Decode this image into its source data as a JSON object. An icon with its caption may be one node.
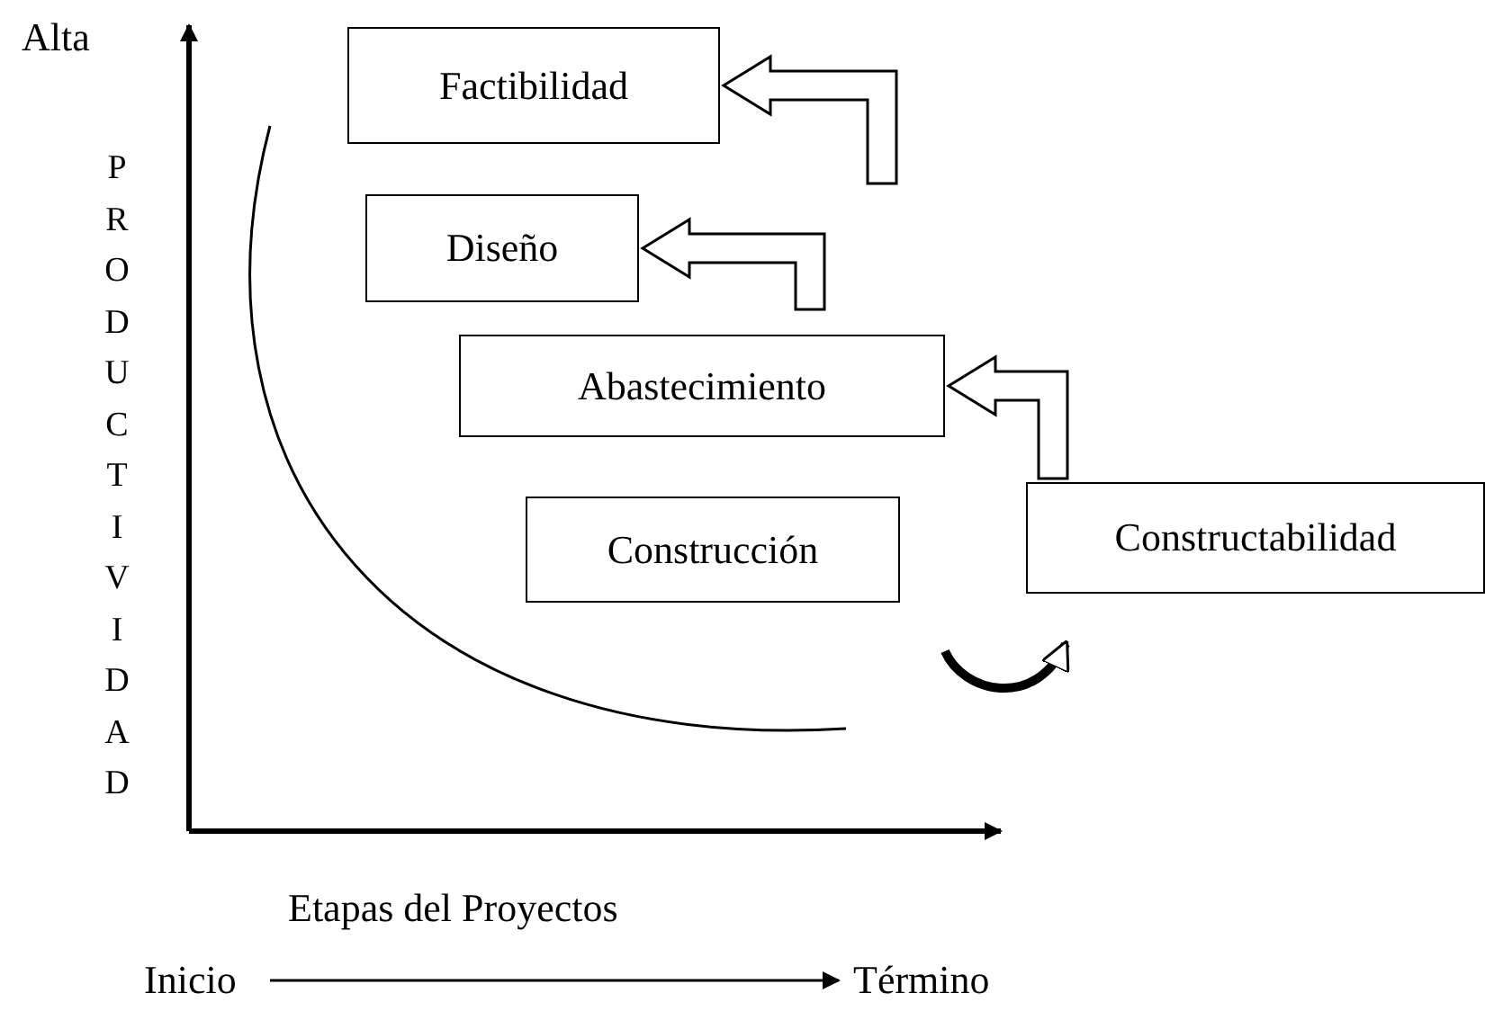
{
  "diagram": {
    "nodes": [
      {
        "text": [
          "Factibilidad"
        ]
      },
      {
        "text": [
          "Diseño"
        ]
      },
      {
        "text": [
          "Abastecimiento"
        ]
      },
      {
        "text": [
          "Construcción"
        ]
      },
      {
        "text": [
          "Constructabilidad"
        ]
      }
    ],
    "edges": [
      {
        "from": null,
        "to": 0,
        "arrow": "to"
      },
      {
        "from": null,
        "to": 1,
        "arrow": "to"
      },
      {
        "from": 4,
        "to": 2,
        "arrow": "to"
      },
      {
        "from": 3,
        "to": 4,
        "arrow": "to"
      }
    ],
    "labels": [
      "Alta",
      "PRODUCTIVIDAD",
      "Etapas del Proyectos",
      "Inicio",
      "Término"
    ]
  }
}
